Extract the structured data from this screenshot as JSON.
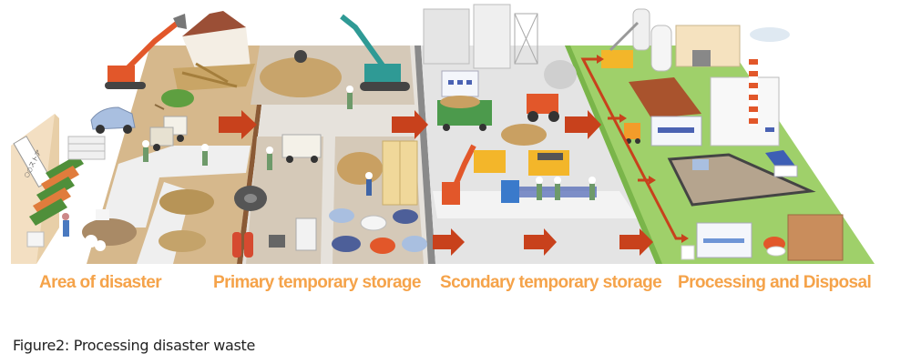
{
  "figure": {
    "caption": "Figure2: Processing disaster waste",
    "store_sign": "○○ストア"
  },
  "stages": [
    {
      "id": "area-of-disaster",
      "label": "Area of disaster",
      "ground_color": "#d8bb92"
    },
    {
      "id": "primary-temporary-storage",
      "label": "Primary temporary storage",
      "ground_color": "#d9cfc0"
    },
    {
      "id": "secondary-temporary-storage",
      "label": "Scondary temporary storage",
      "ground_color": "#e3e3e3"
    },
    {
      "id": "processing-and-disposal",
      "label": "Processing and Disposal",
      "ground_color": "#9fd06a"
    }
  ],
  "flow": [
    {
      "from": "area-of-disaster",
      "to": "primary-temporary-storage"
    },
    {
      "from": "primary-temporary-storage",
      "to": "secondary-temporary-storage"
    },
    {
      "from": "secondary-temporary-storage",
      "to": "processing-and-disposal"
    }
  ],
  "colors": {
    "label": "#f5a34a",
    "arrow": "#c8411c",
    "road": "#ededed"
  }
}
